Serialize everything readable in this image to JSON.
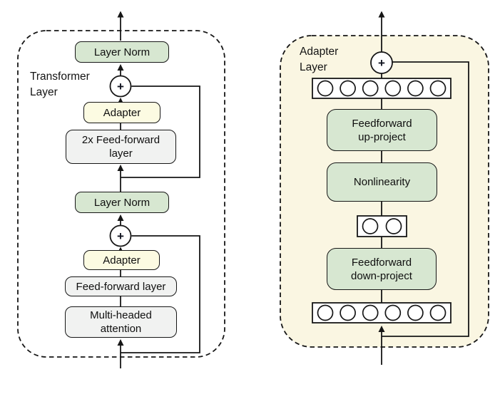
{
  "figure": {
    "type": "architecture-diagram",
    "description_left": "Transformer layer with inserted adapter modules",
    "description_right": "Internal structure of the adapter layer"
  },
  "symbols": {
    "plus": "+"
  },
  "left_diagram": {
    "label": "Transformer\nLayer",
    "layer_norm_top": "Layer Norm",
    "adapter_top": "Adapter",
    "feed_forward_2x": "2x Feed-forward\nlayer",
    "layer_norm_bottom": "Layer Norm",
    "adapter_bottom": "Adapter",
    "feed_forward": "Feed-forward layer",
    "multi_head": "Multi-headed\nattention"
  },
  "right_diagram": {
    "label": "Adapter\nLayer",
    "ff_up": "Feedforward\nup-project",
    "nonlinearity": "Nonlinearity",
    "ff_down": "Feedforward\ndown-project",
    "top_vector_nodes": 6,
    "bottleneck_nodes": 2,
    "bottom_vector_nodes": 6
  },
  "colors": {
    "box_green": "#d7e7d1",
    "box_cream": "#fcfbe2",
    "box_gray": "#f1f2f1",
    "panel_cream": "#faf6e2",
    "stroke": "#161616",
    "background": "#ffffff"
  }
}
